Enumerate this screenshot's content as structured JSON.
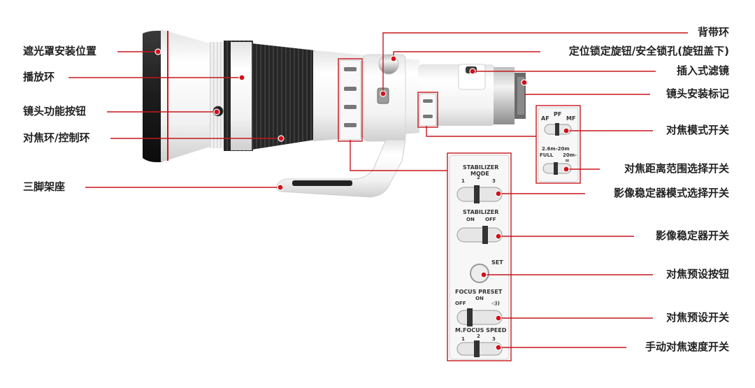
{
  "left_labels": {
    "hood_mount": "遮光罩安装位置",
    "playback_ring": "播放环",
    "function_button": "镜头功能按钮",
    "focus_control_ring": "对焦环/控制环",
    "tripod_mount": "三脚架座"
  },
  "right_labels": {
    "strap": "背带环",
    "lock_knob": "定位锁定旋钮/安全锁孔(旋钮盖下)",
    "drop_in_filter": "插入式滤镜",
    "mount_index": "镜头安装标记",
    "focus_mode_switch": "对焦模式开关",
    "focus_range_switch": "对焦距离范围选择开关",
    "stabilizer_mode_switch": "影像稳定器模式选择开关",
    "stabilizer_switch": "影像稳定器开关",
    "focus_preset_button": "对焦预设按钮",
    "focus_preset_switch": "对焦预设开关",
    "mf_speed_switch": "手动对焦速度开关"
  },
  "panel_small": {
    "af": "AF",
    "pf": "PF",
    "mf": "MF",
    "range_top": "2.6m-20m",
    "full": "FULL",
    "range_right": "20m-",
    "infinity": "∞"
  },
  "panel_large": {
    "stabilizer_mode_title_1": "STABILIZER",
    "stabilizer_mode_title_2": "MODE",
    "mode_1": "1",
    "mode_2": "2",
    "mode_3": "3",
    "stabilizer_title": "STABILIZER",
    "on": "ON",
    "off": "OFF",
    "set": "SET",
    "focus_preset_title": "FOCUS PRESET",
    "fp_off": "OFF",
    "fp_on": "ON",
    "fp_sound": "◁))",
    "mf_speed_title": "M.FOCUS SPEED",
    "speed_1": "1",
    "speed_2": "2",
    "speed_3": "3"
  },
  "colors": {
    "accent": "#c8161d",
    "lens_body": "#f4f4f4",
    "rubber": "#2b2b2b"
  }
}
